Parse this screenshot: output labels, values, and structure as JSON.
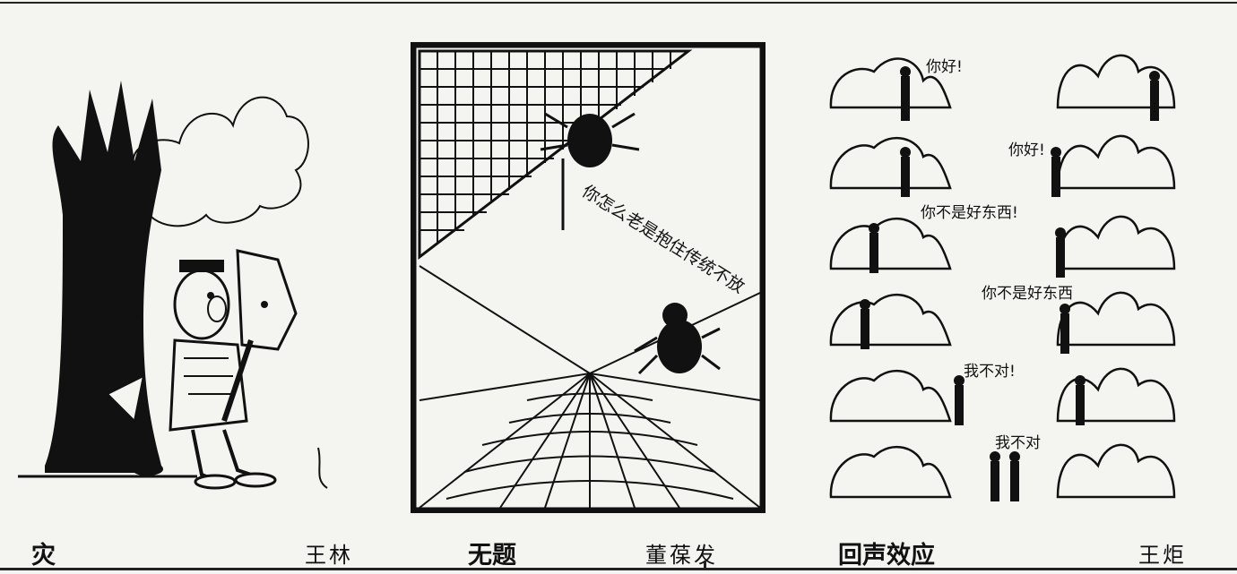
{
  "cartoons": [
    {
      "title": "灾",
      "author": "王林"
    },
    {
      "title": "无题",
      "author": "董葆发",
      "speech": "你怎么老是抱住传统不放"
    },
    {
      "title": "回声效应",
      "author": "王炬",
      "bubbles": [
        "你好!",
        "你好!",
        "你不是好东西!",
        "你不是好东西",
        "我不对!",
        "我不对"
      ]
    }
  ],
  "colors": {
    "ink": "#111111",
    "paper": "#f4f4f0"
  }
}
